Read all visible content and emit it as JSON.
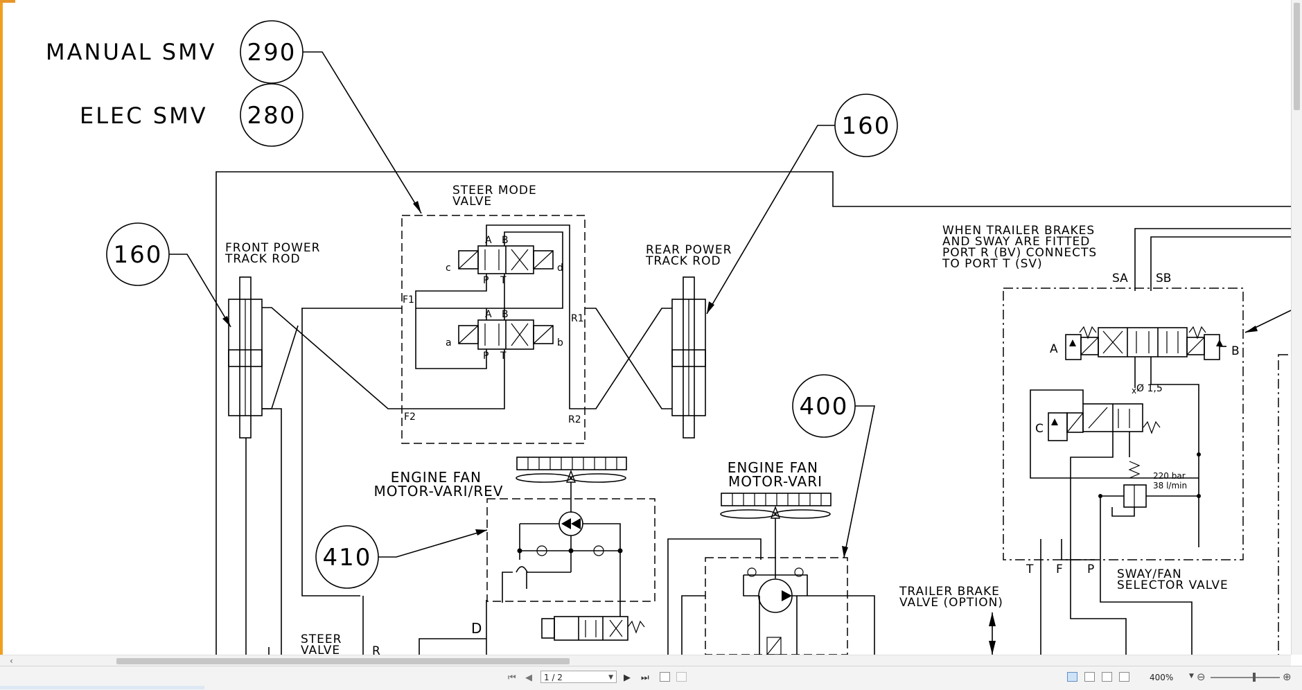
{
  "diagram": {
    "legend": {
      "manual_label": "MANUAL SMV",
      "manual_code": "290",
      "elec_label": "ELEC SMV",
      "elec_code": "280"
    },
    "callouts": {
      "front_track": "160",
      "rear_track": "160",
      "fan_rev": "410",
      "fan_vari": "400"
    },
    "labels": {
      "steer_mode_valve": [
        "STEER MODE",
        "VALVE"
      ],
      "front_power_track_rod": [
        "FRONT POWER",
        "TRACK ROD"
      ],
      "rear_power_track_rod": [
        "REAR POWER",
        "TRACK ROD"
      ],
      "trailer_note": [
        "WHEN TRAILER BRAKES",
        "AND SWAY ARE FITTED",
        "PORT R (BV) CONNECTS",
        "TO PORT T (SV)"
      ],
      "engine_fan_rev": [
        "ENGINE FAN",
        "MOTOR-VARI/REV"
      ],
      "engine_fan_vari": [
        "ENGINE FAN",
        "MOTOR-VARI"
      ],
      "trailer_brake_valve": [
        "TRAILER BRAKE",
        "VALVE (OPTION)"
      ],
      "sway_fan_selector": [
        "SWAY/FAN",
        "SELECTOR VALVE"
      ],
      "steer_valve": [
        "STEER",
        "VALVE"
      ],
      "relief_setting": [
        "220 bar",
        "38 l/min"
      ],
      "orifice": "Ø 1,5"
    },
    "ports": {
      "A": "A",
      "B": "B",
      "P": "P",
      "T": "T",
      "c": "c",
      "d": "d",
      "a": "a",
      "b": "b",
      "F1": "F1",
      "F2": "F2",
      "R1": "R1",
      "R2": "R2",
      "SA": "SA",
      "SB": "SB",
      "C": "C",
      "F": "F",
      "D": "D",
      "R": "R"
    }
  },
  "viewer": {
    "page_indicator": "1 / 2",
    "zoom": "400%"
  },
  "icons": {
    "first_page": "first-page-icon",
    "prev_page": "prev-page-icon",
    "next_page": "next-page-icon",
    "last_page": "last-page-icon",
    "zoom_out": "zoom-out-icon",
    "zoom_in": "zoom-in-icon"
  }
}
